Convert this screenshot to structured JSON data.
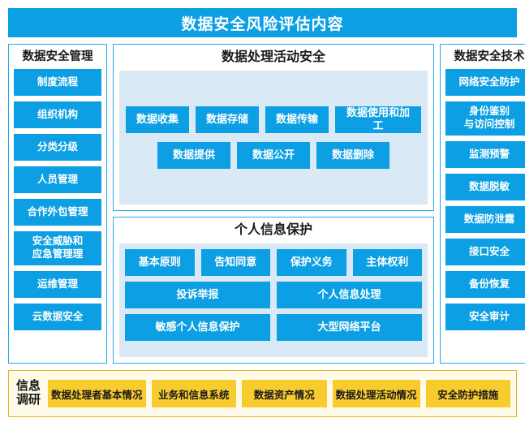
{
  "banner": {
    "title": "数据安全风险评估内容",
    "color": "#0C9FE3"
  },
  "colors": {
    "primary_blue": "#0C9FE3",
    "panel_border": "#25A9E8",
    "inner_panel": "#D9E9F6",
    "survey_gold": "#F8CB2E",
    "survey_border": "#E8B31F",
    "survey_bg": "#FFFBE8"
  },
  "left_column": {
    "heading": "数据安全管理",
    "items": [
      {
        "label": "制度流程",
        "lines": 1
      },
      {
        "label": "组织机构",
        "lines": 1
      },
      {
        "label": "分类分级",
        "lines": 1
      },
      {
        "label": "人员管理",
        "lines": 1
      },
      {
        "label": "合作外包管理",
        "lines": 1
      },
      {
        "label": "安全威胁和\n应急管理理",
        "lines": 2
      },
      {
        "label": "运维管理",
        "lines": 1
      },
      {
        "label": "云数据安全",
        "lines": 1
      }
    ]
  },
  "center_top": {
    "heading": "数据处理活动安全",
    "row1": [
      {
        "label": "数据收集"
      },
      {
        "label": "数据存储"
      },
      {
        "label": "数据传输"
      },
      {
        "label": "数据使用和加工"
      }
    ],
    "row2": [
      {
        "label": "数据提供"
      },
      {
        "label": "数据公开"
      },
      {
        "label": "数据删除"
      }
    ]
  },
  "center_bottom": {
    "heading": "个人信息保护",
    "row1": [
      {
        "label": "基本原则"
      },
      {
        "label": "告知同意"
      },
      {
        "label": "保护义务"
      },
      {
        "label": "主体权利"
      }
    ],
    "row2": [
      {
        "label": "投诉举报"
      },
      {
        "label": "个人信息处理"
      }
    ],
    "row3": [
      {
        "label": "敏感个人信息保护"
      },
      {
        "label": "大型网络平台"
      }
    ]
  },
  "right_column": {
    "heading": "数据安全技术",
    "items": [
      {
        "label": "网络安全防护",
        "lines": 1
      },
      {
        "label": "身份鉴别\n与访问控制",
        "lines": 2
      },
      {
        "label": "监测预警",
        "lines": 1
      },
      {
        "label": "数据脱敏",
        "lines": 1
      },
      {
        "label": "数据防泄露",
        "lines": 1
      },
      {
        "label": "接口安全",
        "lines": 1
      },
      {
        "label": "备份恢复",
        "lines": 1
      },
      {
        "label": "安全审计",
        "lines": 1
      }
    ]
  },
  "survey": {
    "label": "信息\n调研",
    "items": [
      {
        "label": "数据处理者基本情况"
      },
      {
        "label": "业务和信息系统"
      },
      {
        "label": "数据资产情况"
      },
      {
        "label": "数据处理活动情况"
      },
      {
        "label": "安全防护措施"
      }
    ]
  }
}
